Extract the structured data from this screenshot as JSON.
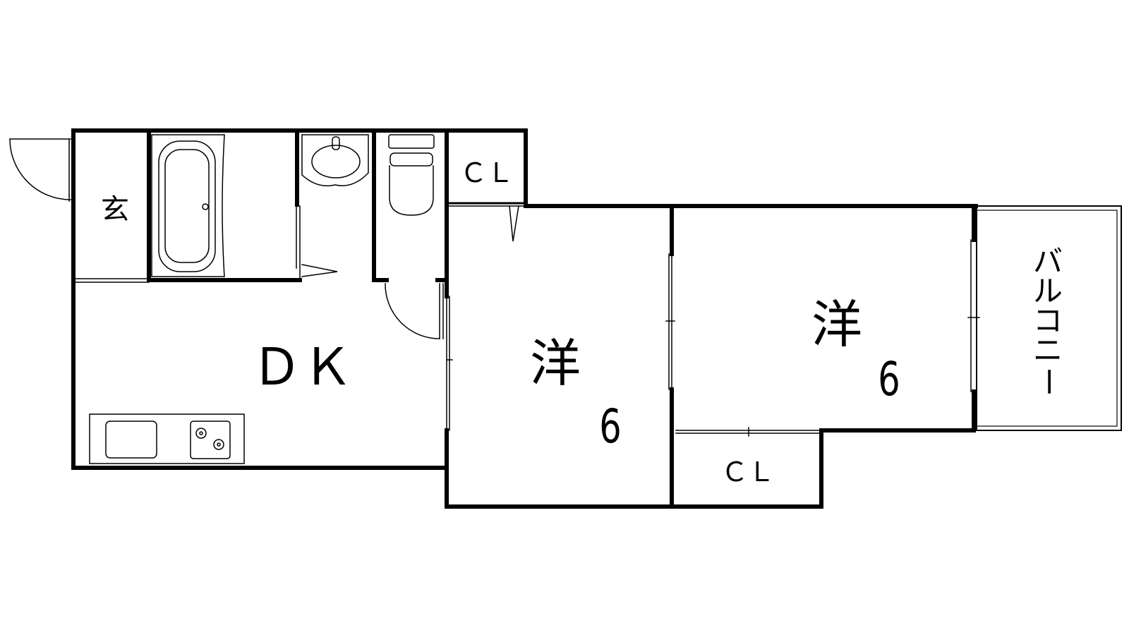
{
  "labels": {
    "entrance": "玄",
    "closet_top": "ＣＬ",
    "dk": "ＤＫ",
    "room1": "洋",
    "room1_size": "6",
    "room2": "洋",
    "room2_size": "6",
    "closet_bottom": "ＣＬ",
    "balcony_chars": [
      "バ",
      "ル",
      "コ",
      "ニ",
      "ー"
    ]
  }
}
